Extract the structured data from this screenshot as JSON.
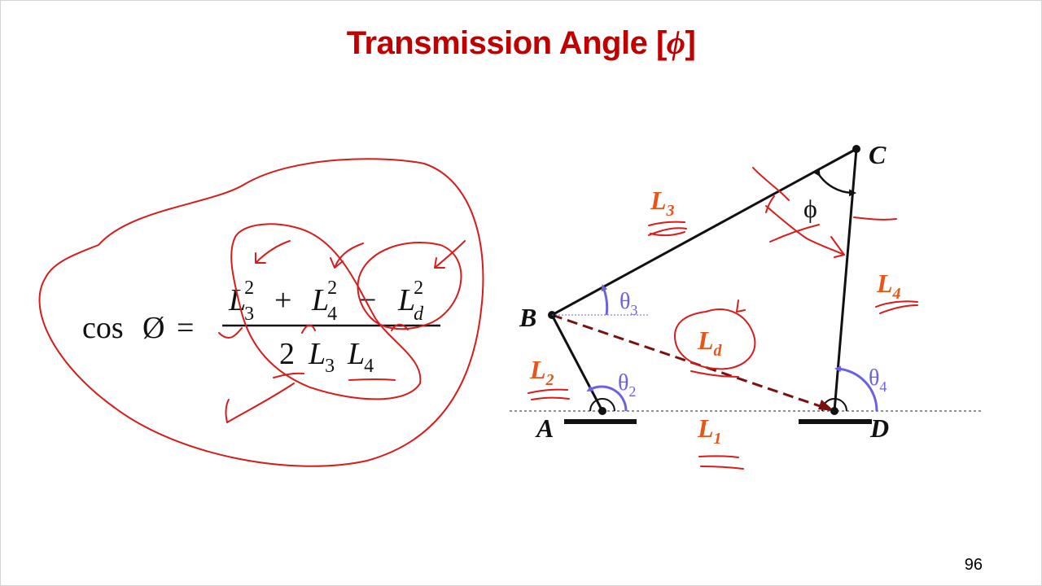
{
  "slide": {
    "title": "Transmission Angle [",
    "title_symbol": "ϕ",
    "title_close": "]",
    "page_number": "96"
  },
  "formula": {
    "lhs_func": "cos",
    "lhs_symbol": "Ø",
    "equals": "=",
    "numerator": [
      {
        "base": "L",
        "sub": "3",
        "sup": "2"
      },
      {
        "op": "+"
      },
      {
        "base": "L",
        "sub": "4",
        "sup": "2"
      },
      {
        "op": "−"
      },
      {
        "base": "L",
        "sub": "d",
        "sup": "2"
      }
    ],
    "denominator": {
      "coef": "2",
      "terms": [
        {
          "base": "L",
          "sub": "3"
        },
        {
          "base": "L",
          "sub": "4"
        }
      ]
    }
  },
  "diagram": {
    "points": {
      "A": "A",
      "B": "B",
      "C": "C",
      "D": "D"
    },
    "links": {
      "L1": {
        "base": "L",
        "sub": "1"
      },
      "L2": {
        "base": "L",
        "sub": "2"
      },
      "L3": {
        "base": "L",
        "sub": "3"
      },
      "L4": {
        "base": "L",
        "sub": "4"
      },
      "Ld": {
        "base": "L",
        "sub": "d"
      }
    },
    "angles": {
      "theta2": {
        "base": "θ",
        "sub": "2"
      },
      "theta3": {
        "base": "θ",
        "sub": "3"
      },
      "theta4": {
        "base": "θ",
        "sub": "4"
      },
      "phi": "ϕ"
    }
  },
  "colors": {
    "title": "#c00000",
    "ink": "#111111",
    "annotation": "#d81b1b",
    "link_label": "#e8541a",
    "angle": "#6b62e0",
    "diagonal": "#7a1010"
  }
}
